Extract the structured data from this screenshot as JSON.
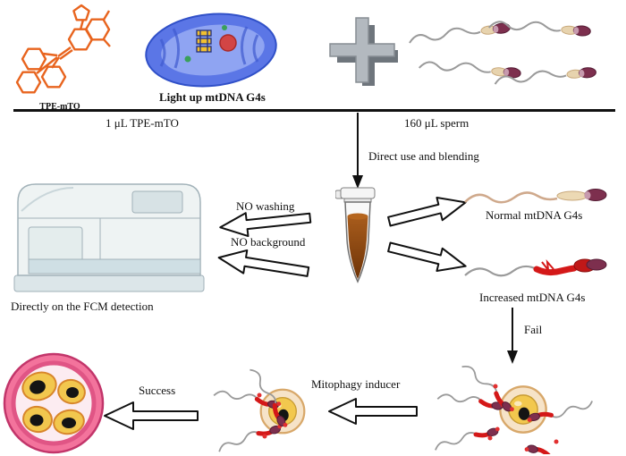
{
  "labels": {
    "tpe": "TPE-mTO",
    "lightup": "Light up mtDNA G4s",
    "vol_tpe": "1 μL TPE-mTO",
    "vol_sperm": "160 μL sperm",
    "blend": "Direct use and blending",
    "no_washing": "NO washing",
    "no_background": "NO background",
    "fcm": "Directly on the FCM detection",
    "normal": "Normal mtDNA G4s",
    "increased": "Increased mtDNA G4s",
    "fail": "Fail",
    "mitophagy": "Mitophagy inducer",
    "success": "Success"
  },
  "icons": {
    "plus_icon": "+",
    "down_arrow_icon": "↓",
    "block_arrow_left_icon": "⇦",
    "block_arrow_right_icon": "⇨"
  },
  "colors": {
    "molecule_orange": "#e8641e",
    "mitochondrion_blue": "#5b76e6",
    "sperm_head_maroon": "#7d2f4e",
    "tube_liquid_brown": "#8a4412",
    "signal_red": "#d41818",
    "embryo_pink": "#ef5f8f",
    "cell_yellow": "#f2c74e",
    "line_black": "#111111"
  }
}
